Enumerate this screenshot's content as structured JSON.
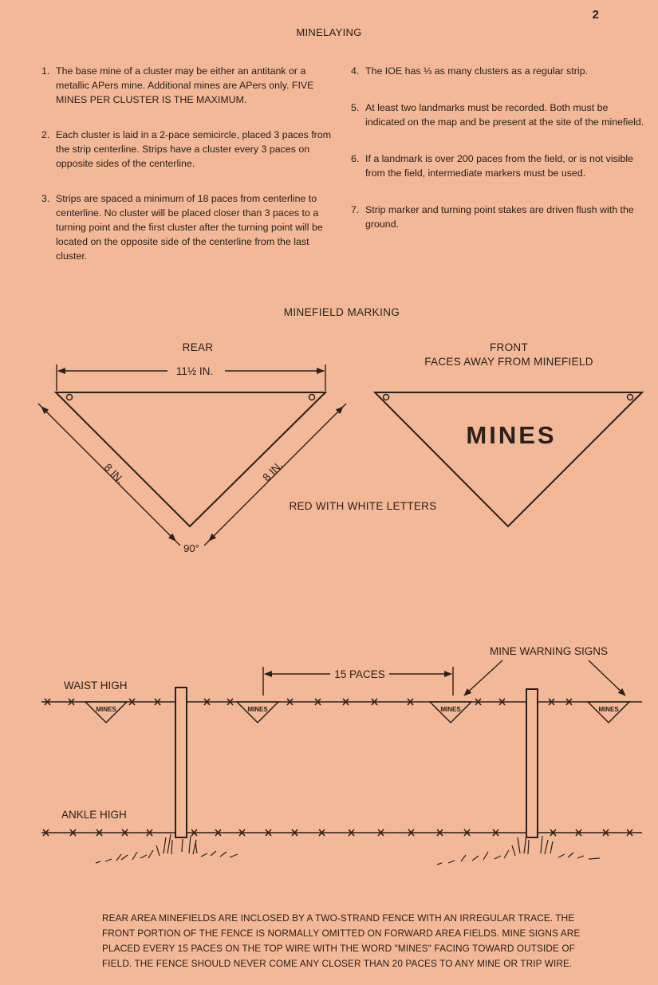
{
  "page_number": "2",
  "title": "MINELAYING",
  "rules_left": [
    {
      "num": "1.",
      "text": "The base mine of a cluster may be either an antitank or a metallic APers mine. Additional mines are APers only. FIVE MINES PER CLUSTER IS THE MAXIMUM."
    },
    {
      "num": "2.",
      "text": "Each cluster is laid in a 2-pace semicircle, placed 3 paces from the strip centerline. Strips have a cluster every 3 paces on opposite sides of the centerline."
    },
    {
      "num": "3.",
      "text": "Strips are spaced a minimum of 18 paces from centerline to centerline. No cluster will be placed closer than 3 paces to a turning point and the first cluster after the turning point will be located on the opposite side of the centerline from the last cluster."
    }
  ],
  "rules_right": [
    {
      "num": "4.",
      "text": "The IOE has ⅓ as many clusters as a regular strip."
    },
    {
      "num": "5.",
      "text": "At least two landmarks must be recorded. Both must be indicated on the map and be present at the site of the minefield."
    },
    {
      "num": "6.",
      "text": "If a landmark is over 200 paces from the field, or is not visible from the field, intermediate markers must be used."
    },
    {
      "num": "7.",
      "text": "Strip marker and turning point stakes are driven flush with the ground."
    }
  ],
  "marking": {
    "section_title": "MINEFIELD MARKING",
    "rear_label": "REAR",
    "front_label_1": "FRONT",
    "front_label_2": "FACES AWAY FROM MINEFIELD",
    "width_label": "11½ IN.",
    "side_label_left": "8 IN.",
    "side_label_right": "8 IN.",
    "angle_label": "90°",
    "sign_word": "MINES",
    "color_note": "RED WITH WHITE LETTERS"
  },
  "fence": {
    "waist_label": "WAIST HIGH",
    "ankle_label": "ANKLE HIGH",
    "spacing_label": "15 PACES",
    "warning_label": "MINE WARNING SIGNS",
    "small_sign_word": "MINES"
  },
  "caption": "REAR AREA MINEFIELDS ARE INCLOSED BY A TWO-STRAND FENCE WITH AN IRREGULAR TRACE. THE FRONT PORTION OF THE FENCE IS NORMALLY OMITTED ON FORWARD AREA FIELDS. MINE SIGNS ARE PLACED EVERY 15 PACES ON THE TOP WIRE WITH THE WORD \"MINES\" FACING TOWARD OUTSIDE OF FIELD. THE FENCE SHOULD NEVER COME ANY CLOSER THAN 20 PACES TO ANY MINE OR TRIP WIRE."
}
